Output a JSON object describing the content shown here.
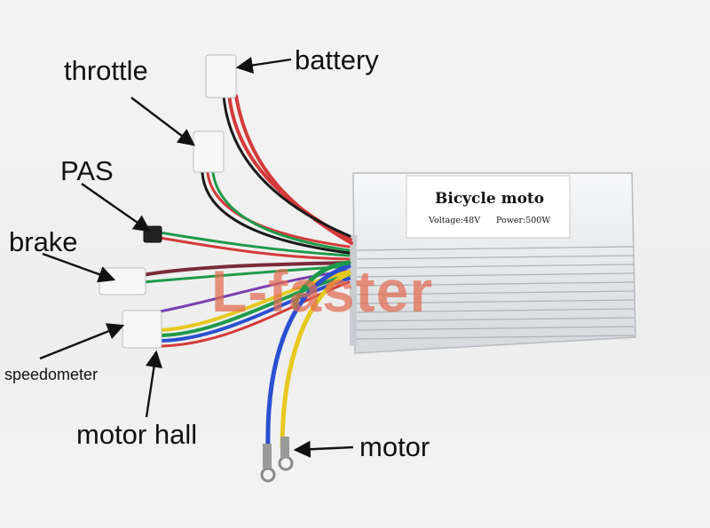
{
  "labels": {
    "battery": "battery",
    "throttle": "throttle",
    "pas": "PAS",
    "brake": "brake",
    "speedometer": "speedometer",
    "motor_hall": "motor hall",
    "motor": "motor"
  },
  "controller": {
    "model": "Bicycle moto",
    "voltage": "Voltage:48V",
    "power": "Power:500W"
  },
  "watermark": "L-faster",
  "colors": {
    "background": "#f2f2f2",
    "box": "#d9dcdf",
    "watermark": "#e26c50",
    "wire_red": "#d43a3a",
    "wire_green": "#1f9a4a",
    "wire_blue": "#2a4fd0",
    "wire_yellow": "#e6c81e",
    "wire_purple": "#7a3fb0",
    "wire_black": "#1a1a1a"
  }
}
